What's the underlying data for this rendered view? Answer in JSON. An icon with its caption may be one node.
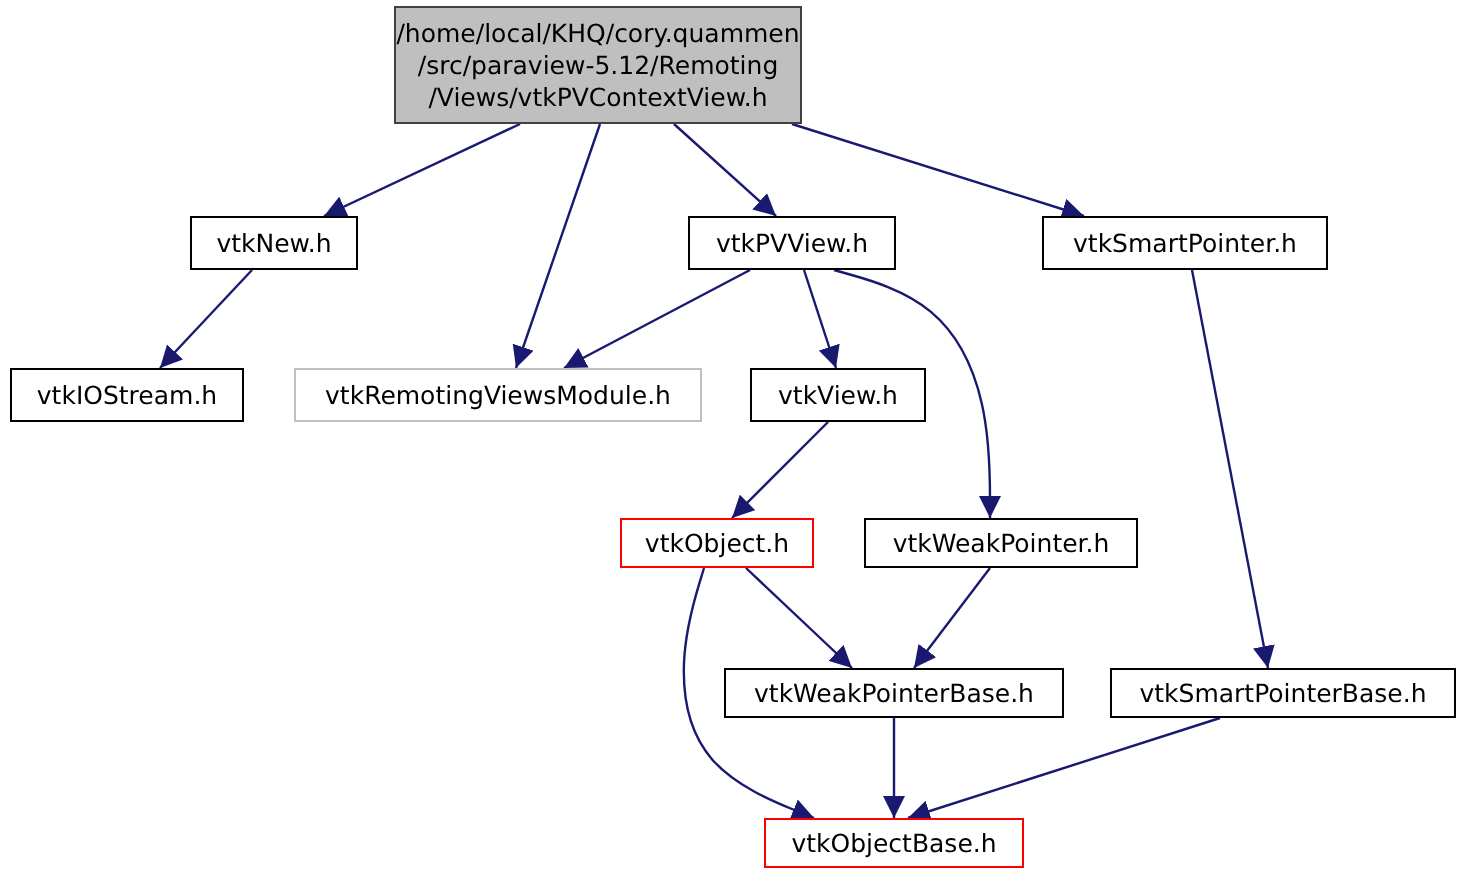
{
  "diagram": {
    "nodes": [
      {
        "text": [
          "/home/local/KHQ/cory.quammen /src/paraview-5.12/Remoting /Views/vtkPVContextView.h"
        ]
      },
      {
        "text": [
          "vtkNew.h"
        ]
      },
      {
        "text": [
          "vtkPVView.h"
        ]
      },
      {
        "text": [
          "vtkSmartPointer.h"
        ]
      },
      {
        "text": [
          "vtkIOStream.h"
        ]
      },
      {
        "text": [
          "vtkRemotingViewsModule.h"
        ]
      },
      {
        "text": [
          "vtkView.h"
        ]
      },
      {
        "text": [
          "vtkObject.h"
        ]
      },
      {
        "text": [
          "vtkWeakPointer.h"
        ]
      },
      {
        "text": [
          "vtkWeakPointerBase.h"
        ]
      },
      {
        "text": [
          "vtkSmartPointerBase.h"
        ]
      },
      {
        "text": [
          "vtkObjectBase.h"
        ]
      }
    ],
    "edges": [
      {
        "from": 0,
        "to": 1,
        "arrow": "to"
      },
      {
        "from": 0,
        "to": 5,
        "arrow": "to"
      },
      {
        "from": 0,
        "to": 2,
        "arrow": "to"
      },
      {
        "from": 0,
        "to": 3,
        "arrow": "to"
      },
      {
        "from": 1,
        "to": 4,
        "arrow": "to"
      },
      {
        "from": 2,
        "to": 5,
        "arrow": "to"
      },
      {
        "from": 2,
        "to": 6,
        "arrow": "to"
      },
      {
        "from": 2,
        "to": 8,
        "arrow": "to"
      },
      {
        "from": 3,
        "to": 10,
        "arrow": "to"
      },
      {
        "from": 6,
        "to": 7,
        "arrow": "to"
      },
      {
        "from": 7,
        "to": 9,
        "arrow": "to"
      },
      {
        "from": 7,
        "to": 11,
        "arrow": "to"
      },
      {
        "from": 8,
        "to": 9,
        "arrow": "to"
      },
      {
        "from": 9,
        "to": 11,
        "arrow": "to"
      },
      {
        "from": 10,
        "to": 11,
        "arrow": "to"
      }
    ]
  }
}
